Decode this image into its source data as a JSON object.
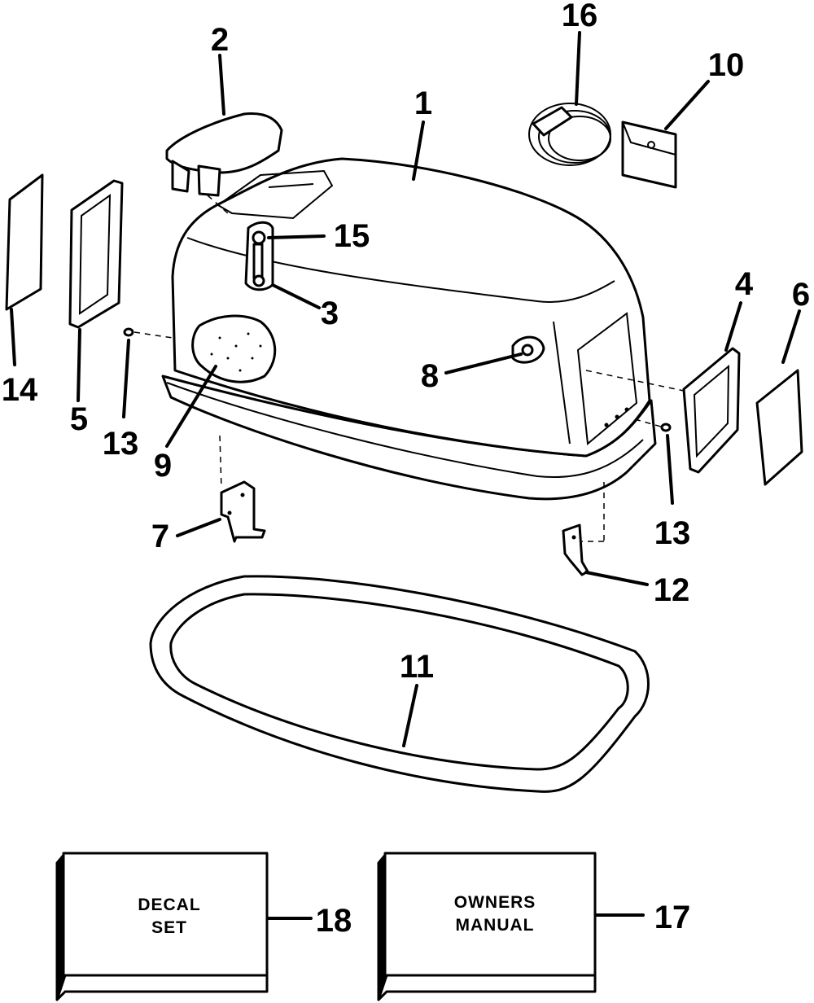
{
  "callouts": [
    {
      "id": "c1",
      "text": "1"
    },
    {
      "id": "c2",
      "text": "2"
    },
    {
      "id": "c3",
      "text": "3"
    },
    {
      "id": "c4",
      "text": "4"
    },
    {
      "id": "c5",
      "text": "5"
    },
    {
      "id": "c6",
      "text": "6"
    },
    {
      "id": "c7",
      "text": "7"
    },
    {
      "id": "c8",
      "text": "8"
    },
    {
      "id": "c9",
      "text": "9"
    },
    {
      "id": "c10",
      "text": "10"
    },
    {
      "id": "c11",
      "text": "11"
    },
    {
      "id": "c12",
      "text": "12"
    },
    {
      "id": "c13a",
      "text": "13"
    },
    {
      "id": "c13b",
      "text": "13"
    },
    {
      "id": "c14",
      "text": "14"
    },
    {
      "id": "c15",
      "text": "15"
    },
    {
      "id": "c16",
      "text": "16"
    },
    {
      "id": "c17",
      "text": "17"
    },
    {
      "id": "c18",
      "text": "18"
    }
  ],
  "boxes": {
    "decal_line1": "DECAL",
    "decal_line2": "SET",
    "manual_line1": "OWNERS",
    "manual_line2": "MANUAL"
  }
}
